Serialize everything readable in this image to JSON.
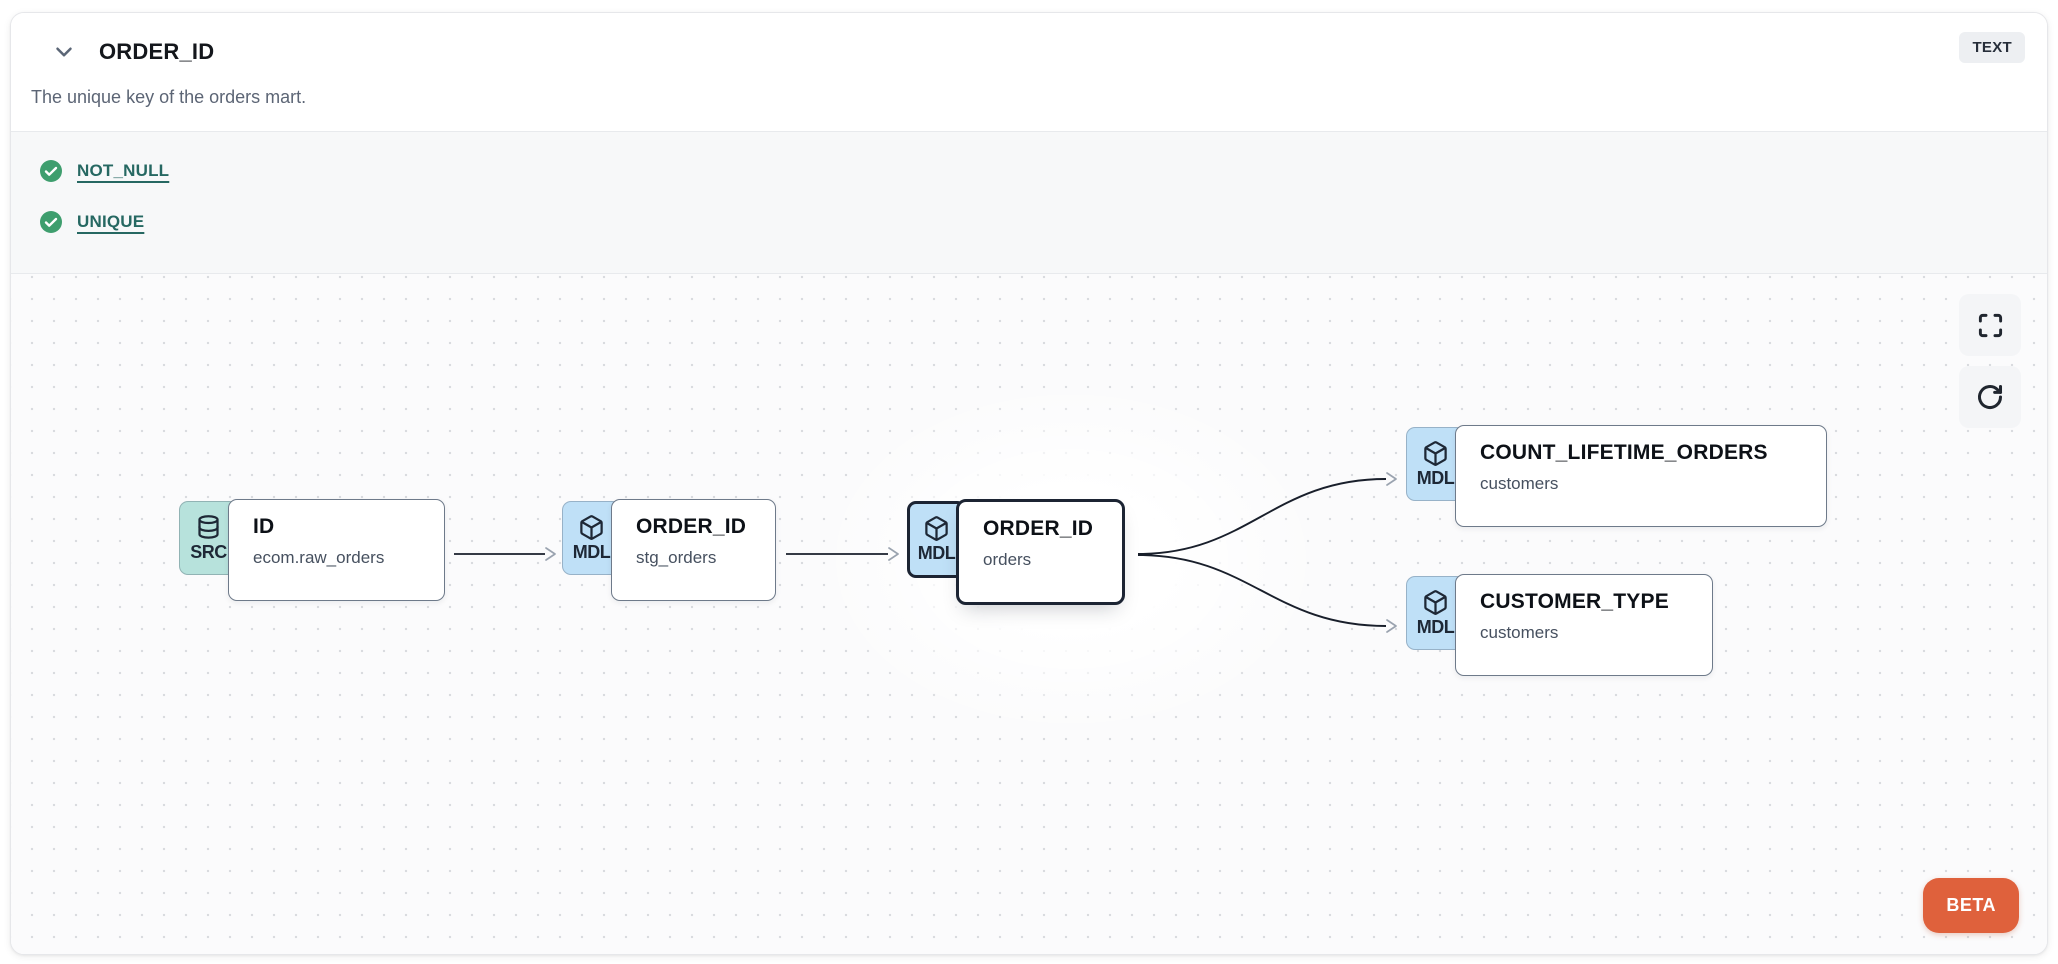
{
  "header": {
    "title": "ORDER_ID",
    "type_badge": "TEXT",
    "description": "The unique key of the orders mart."
  },
  "tests": {
    "items": [
      {
        "label": "NOT_NULL",
        "status": "passed"
      },
      {
        "label": "UNIQUE",
        "status": "passed"
      }
    ]
  },
  "lineage": {
    "nodes": [
      {
        "badge": "SRC",
        "icon": "database-icon",
        "title": "ID",
        "subtitle": "ecom.raw_orders",
        "selected": false
      },
      {
        "badge": "MDL",
        "icon": "cube-icon",
        "title": "ORDER_ID",
        "subtitle": "stg_orders",
        "selected": false
      },
      {
        "badge": "MDL",
        "icon": "cube-icon",
        "title": "ORDER_ID",
        "subtitle": "orders",
        "selected": true
      },
      {
        "badge": "MDL",
        "icon": "cube-icon",
        "title": "COUNT_LIFETIME_ORDERS",
        "subtitle": "customers",
        "selected": false
      },
      {
        "badge": "MDL",
        "icon": "cube-icon",
        "title": "CUSTOMER_TYPE",
        "subtitle": "customers",
        "selected": false
      }
    ],
    "beta_label": "BETA"
  },
  "icons": {
    "header_collapse": "chevron-down-icon",
    "test_status": "check-circle-icon",
    "canvas_controls": [
      "fullscreen-icon",
      "refresh-icon"
    ]
  },
  "colors": {
    "source_badge_bg": "#b7e2dc",
    "model_badge_bg": "#bfe0f7",
    "beta_bg": "#df613c",
    "test_pass_green": "#3e9e6e",
    "test_link_teal": "#266862",
    "edge_stroke": "#191f2b"
  }
}
